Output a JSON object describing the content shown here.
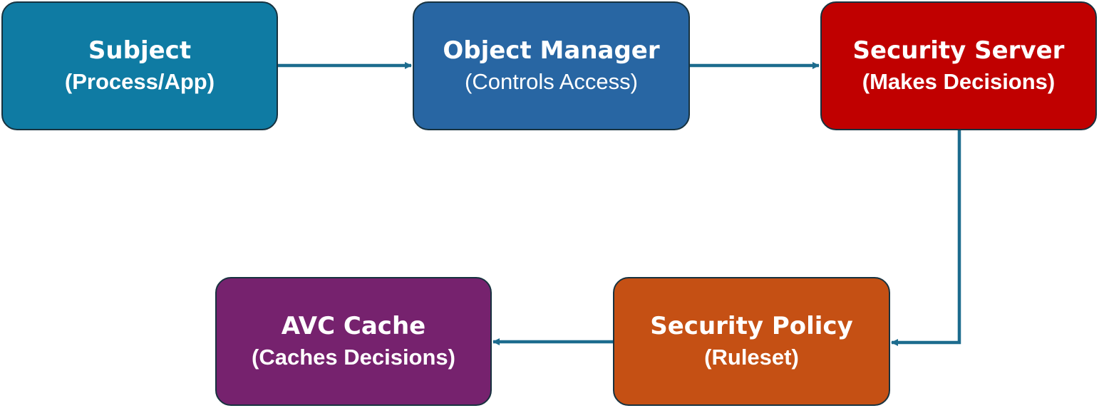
{
  "colors": {
    "subject": "#0f7ba3",
    "object_manager": "#2866a3",
    "security_server": "#c00000",
    "security_policy": "#c55014",
    "avc_cache": "#76226e",
    "arrow": "#1d6c8e",
    "border": "#17323f"
  },
  "nodes": {
    "subject": {
      "title": "Subject",
      "subtitle": "(Process/App)"
    },
    "object_manager": {
      "title": "Object Manager",
      "subtitle": "(Controls Access)"
    },
    "security_server": {
      "title": "Security Server",
      "subtitle": "(Makes Decisions)"
    },
    "security_policy": {
      "title": "Security Policy",
      "subtitle": "(Ruleset)"
    },
    "avc_cache": {
      "title": "AVC Cache",
      "subtitle": "(Caches Decisions)"
    }
  },
  "edges": [
    {
      "from": "subject",
      "to": "object_manager"
    },
    {
      "from": "object_manager",
      "to": "security_server"
    },
    {
      "from": "security_server",
      "to": "security_policy"
    },
    {
      "from": "security_policy",
      "to": "avc_cache"
    }
  ]
}
